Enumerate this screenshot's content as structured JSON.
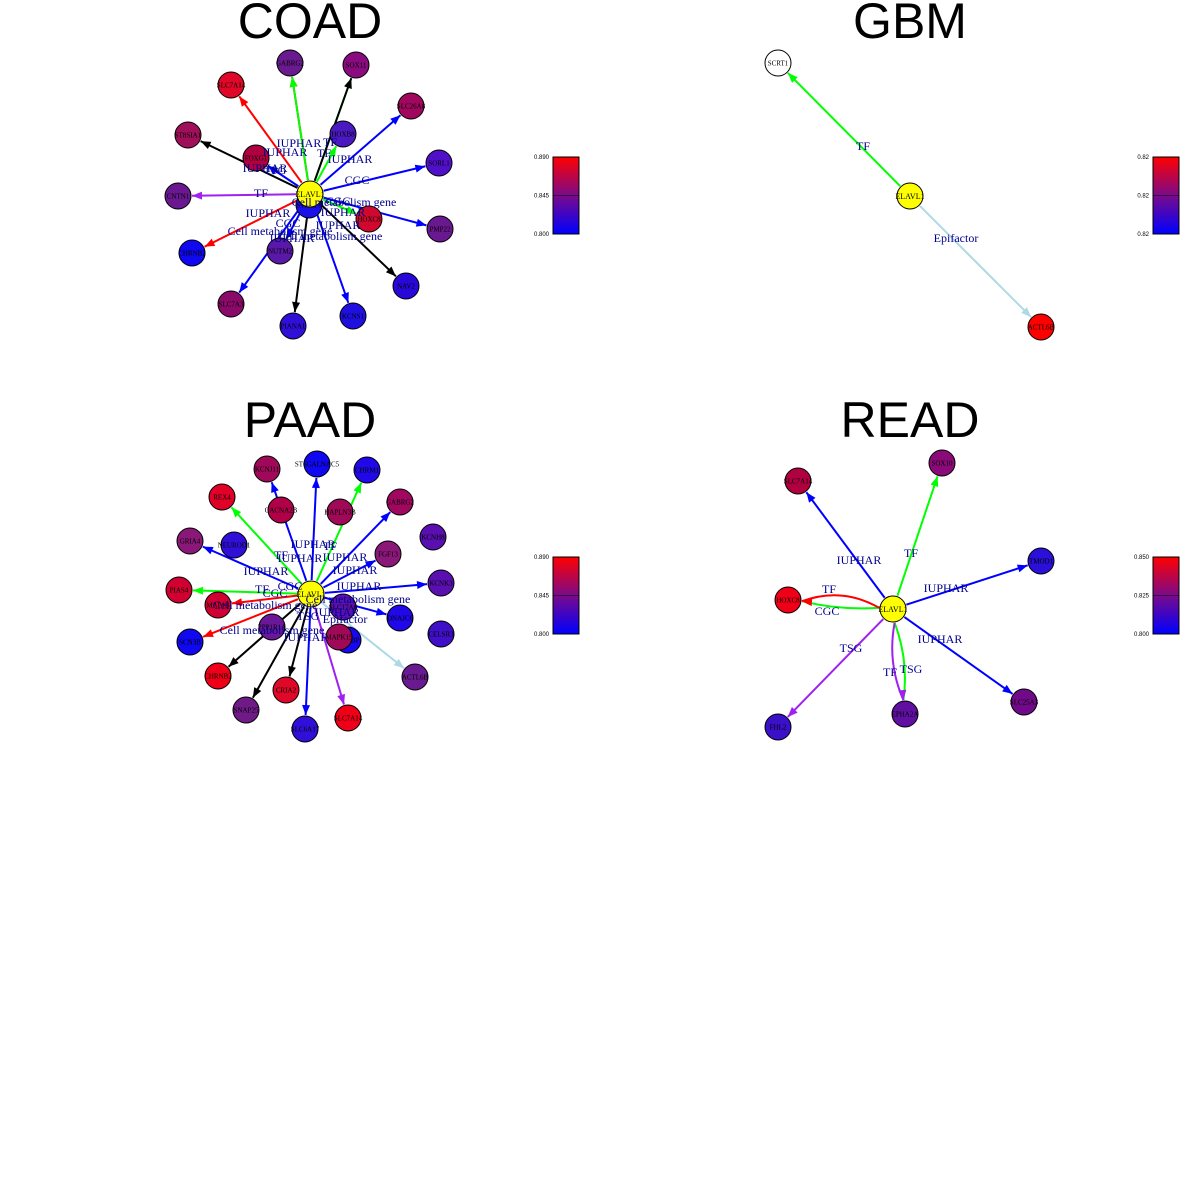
{
  "figure": {
    "panels": [
      {
        "title": "COAD",
        "hub": "ELAVL1",
        "legend": {
          "ticks": [
            "0.890",
            "0.845",
            "0.800"
          ]
        },
        "nodes": [
          {
            "label": "GABRG2",
            "color": "#6a1a8f"
          },
          {
            "label": "SOX11",
            "color": "#8a0a80"
          },
          {
            "label": "SLC26A8",
            "color": "#a0085e"
          },
          {
            "label": "HOXB8",
            "color": "#4a1ac0"
          },
          {
            "label": "SORL1",
            "color": "#5010c8"
          },
          {
            "label": "SLC7A14",
            "color": "#e00828"
          },
          {
            "label": "PMP22",
            "color": "#6a1890"
          },
          {
            "label": "ST8SIA1",
            "color": "#a0105a"
          },
          {
            "label": "FOXG1",
            "color": "#b00040"
          },
          {
            "label": "CNTN1",
            "color": "#6a1890"
          },
          {
            "label": "HOXC8",
            "color": "#d0082e"
          },
          {
            "label": "NUTM2",
            "color": "#5a18a8"
          },
          {
            "label": "NAV2",
            "color": "#2808d8"
          },
          {
            "label": "KCNS1",
            "color": "#2010e0"
          },
          {
            "label": "CHRNB2",
            "color": "#1008f0"
          },
          {
            "label": "SLC7A3",
            "color": "#8a0a6a"
          },
          {
            "label": "PIANA1",
            "color": "#3010d8"
          },
          {
            "label": "STRAP3",
            "color": "#1a10e8"
          }
        ],
        "edges": [
          {
            "label": "IUPHAR",
            "color": "#0000ff"
          },
          {
            "label": "TF",
            "color": "#00ff00"
          },
          {
            "label": "IUPHAR",
            "color": "#0000ff"
          },
          {
            "label": "TF",
            "color": "#00ff00"
          },
          {
            "label": "CGC",
            "color": "#ff0000"
          },
          {
            "label": "IUPHAR",
            "color": "#0000ff"
          },
          {
            "label": "Cell metabolism gene",
            "color": "#000000"
          },
          {
            "label": "IUPHAR",
            "color": "#0000ff"
          },
          {
            "label": "TSG",
            "color": "#a020f0"
          },
          {
            "label": "TF",
            "color": "#00ff00"
          },
          {
            "label": "IUPHAR",
            "color": "#0000ff"
          },
          {
            "label": "Cell metabolism gene",
            "color": "#000000"
          },
          {
            "label": "IUPHAR",
            "color": "#0000ff"
          },
          {
            "label": "CGC",
            "color": "#ff0000"
          },
          {
            "label": "IUPHAR",
            "color": "#0000ff"
          },
          {
            "label": "Cell metabolism gene",
            "color": "#000000"
          },
          {
            "label": "IUPHAR",
            "color": "#0000ff"
          },
          {
            "label": "CGC",
            "color": "#ff0000"
          },
          {
            "label": "TSG",
            "color": "#00ff00"
          },
          {
            "label": "Cell metabolism gene",
            "color": "#000000"
          }
        ]
      },
      {
        "title": "GBM",
        "hub": "ELAVL1",
        "legend": {
          "ticks": [
            "0.82",
            "0.82",
            "0.82"
          ]
        },
        "nodes": [
          {
            "label": "SCRT1",
            "color": "#ffffff"
          },
          {
            "label": "ACTL6B",
            "color": "#ff0000"
          }
        ],
        "edges": [
          {
            "label": "TF",
            "color": "#00ff00"
          },
          {
            "label": "Epifactor",
            "color": "#add8e6"
          }
        ]
      },
      {
        "title": "PAAD",
        "hub": "ELAVL1",
        "legend": {
          "ticks": [
            "0.890",
            "0.845",
            "0.800"
          ]
        },
        "nodes": [
          {
            "label": "ST6GALNAC5",
            "color": "#1008f0"
          },
          {
            "label": "CHRM1",
            "color": "#2008e8"
          },
          {
            "label": "GABRG2",
            "color": "#a00860"
          },
          {
            "label": "KCNH8",
            "color": "#5a10b0"
          },
          {
            "label": "KCNK3",
            "color": "#5a10b0"
          },
          {
            "label": "CELSR3",
            "color": "#4010c8"
          },
          {
            "label": "ACTL6B",
            "color": "#6a1a90"
          },
          {
            "label": "DNAJC6",
            "color": "#2008e8"
          },
          {
            "label": "SLC7A14",
            "color": "#f00018"
          },
          {
            "label": "SLC6A17",
            "color": "#3010d8"
          },
          {
            "label": "CRIA2",
            "color": "#e00828"
          },
          {
            "label": "SNAP25",
            "color": "#701a88"
          },
          {
            "label": "CHRNB2",
            "color": "#f00018"
          },
          {
            "label": "SCN3B",
            "color": "#1008f0"
          },
          {
            "label": "PIAS4",
            "color": "#d00030"
          },
          {
            "label": "GRIA4",
            "color": "#8a1878"
          },
          {
            "label": "REX4",
            "color": "#e00028"
          },
          {
            "label": "KCNJ11",
            "color": "#a0085a"
          },
          {
            "label": "CACNA2B",
            "color": "#b00048"
          },
          {
            "label": "HAPLN3B",
            "color": "#a00858"
          },
          {
            "label": "FGF13",
            "color": "#8a1878"
          },
          {
            "label": "MAP1B",
            "color": "#d00030"
          },
          {
            "label": "CRHBP",
            "color": "#1808f0"
          },
          {
            "label": "NEUROD1",
            "color": "#3010d8"
          },
          {
            "label": "SLC17A6",
            "color": "#5a10b0"
          },
          {
            "label": "PPP1R1A",
            "color": "#6a1898"
          },
          {
            "label": "MAPK15",
            "color": "#a00858"
          }
        ],
        "edges": [
          {
            "label": "IUPHAR",
            "color": "#0000ff"
          },
          {
            "label": "TF",
            "color": "#00ff00"
          },
          {
            "label": "IUPHAR",
            "color": "#0000ff"
          },
          {
            "label": "CGC",
            "color": "#ff0000"
          },
          {
            "label": "IUPHAR",
            "color": "#0000ff"
          },
          {
            "label": "TF",
            "color": "#00ff00"
          },
          {
            "label": "IUPHAR",
            "color": "#0000ff"
          },
          {
            "label": "IUPHAR",
            "color": "#0000ff"
          },
          {
            "label": "TF",
            "color": "#00ff00"
          },
          {
            "label": "IUPHAR",
            "color": "#0000ff"
          },
          {
            "label": "Cell metabolism gene",
            "color": "#000000"
          },
          {
            "label": "Cell metabolism gene",
            "color": "#000000"
          },
          {
            "label": "Cell metabolism gene",
            "color": "#000000"
          },
          {
            "label": "IUPHAR",
            "color": "#0000ff"
          },
          {
            "label": "Epifactor",
            "color": "#add8e6"
          },
          {
            "label": "TSG",
            "color": "#a020f0"
          },
          {
            "label": "IUPHAR",
            "color": "#0000ff"
          },
          {
            "label": "CGC",
            "color": "#ff0000"
          }
        ]
      },
      {
        "title": "READ",
        "hub": "ELAVL1",
        "legend": {
          "ticks": [
            "0.850",
            "0.825",
            "0.800"
          ]
        },
        "nodes": [
          {
            "label": "SLC7A14",
            "color": "#b00040"
          },
          {
            "label": "SOX10",
            "color": "#8a0a78"
          },
          {
            "label": "TMOD1",
            "color": "#2a10d8"
          },
          {
            "label": "SLC25A3",
            "color": "#700a88"
          },
          {
            "label": "HOXC8",
            "color": "#f00018"
          },
          {
            "label": "FHL2",
            "color": "#3a10c8"
          },
          {
            "label": "EPHA2A",
            "color": "#6010a0"
          }
        ],
        "edges": [
          {
            "label": "IUPHAR",
            "color": "#0000ff"
          },
          {
            "label": "TF",
            "color": "#00ff00"
          },
          {
            "label": "IUPHAR",
            "color": "#0000ff"
          },
          {
            "label": "IUPHAR",
            "color": "#0000ff"
          },
          {
            "label": "TF",
            "color": "#00ff00"
          },
          {
            "label": "CGC",
            "color": "#ff0000"
          },
          {
            "label": "TSG",
            "color": "#a020f0"
          },
          {
            "label": "TF",
            "color": "#00ff00"
          },
          {
            "label": "TSG",
            "color": "#a020f0"
          }
        ]
      }
    ],
    "hub_color": "#ffff00"
  }
}
